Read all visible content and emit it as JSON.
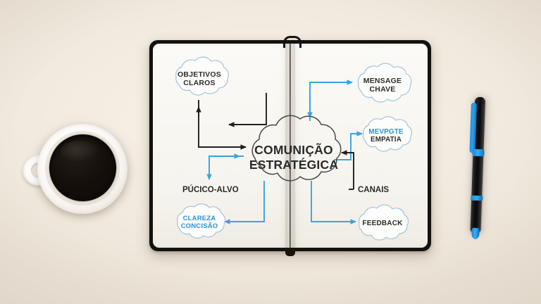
{
  "scene": {
    "description": "Top-down photo of an open black notebook on a cream desk with a hand-drawn mind map, a white mug of black coffee on the left and a black-and-blue pen on the right",
    "background_color": "#f2ece2"
  },
  "objects": {
    "mug": {
      "name": "coffee-mug",
      "body_color": "#f9f7f3",
      "coffee_color": "#16100c"
    },
    "pen": {
      "name": "pen",
      "barrel_color": "#121214",
      "accent_color": "#2aa2ee"
    },
    "notebook": {
      "name": "notebook",
      "cover_color": "#14120f",
      "page_color": "#fbfaf6"
    }
  },
  "diagram": {
    "type": "mind-map",
    "center": {
      "id": "center",
      "line1": "COMUNIÇÃO",
      "line2": "ESTRATÉGICA",
      "text_color": "#2b2b2b",
      "outline_color": "#4a4a4a"
    },
    "nodes": [
      {
        "id": "objetivos-claros",
        "shape": "cloud",
        "line1": "OBJETIVOS",
        "line2": "CLAROS",
        "text_color": "#2b2b2b",
        "outline_color": "#9fc4da",
        "position": "top-left"
      },
      {
        "id": "publico-alvo",
        "shape": "plain-text",
        "line1": "PÚCICO-ALVO",
        "line2": "",
        "text_color": "#2b2b2b",
        "outline_color": "",
        "position": "mid-left"
      },
      {
        "id": "clareza-concisao",
        "shape": "cloud",
        "line1": "CLAREZA",
        "line2": "CONCISÃO",
        "text_color": "#2a93d8",
        "outline_color": "#9fc4da",
        "position": "bottom-left"
      },
      {
        "id": "mensage-chave",
        "shape": "cloud",
        "line1": "MENSAGE",
        "line2": "CHAVE",
        "text_color": "#2b2b2b",
        "outline_color": "#9fc4da",
        "position": "top-right"
      },
      {
        "id": "escuta-empatia",
        "shape": "cloud",
        "line1": "MEVPGTE",
        "line2": "EMPATIA",
        "text_color": "#2a93d8",
        "outline_color": "#9fc4da",
        "position": "mid-right"
      },
      {
        "id": "canais",
        "shape": "plain-text",
        "line1": "CANAIS",
        "line2": "",
        "text_color": "#2b2b2b",
        "outline_color": "",
        "position": "bottom-right-mid"
      },
      {
        "id": "feedback",
        "shape": "cloud",
        "line1": "FEEDBACK",
        "line2": "",
        "text_color": "#2b2b2b",
        "outline_color": "#9fc4da",
        "position": "bottom-right"
      }
    ],
    "connectors": [
      {
        "id": "center-to-objetivos",
        "color": "#1f1f1f",
        "from": "center",
        "to": "objetivos-claros"
      },
      {
        "id": "objetivos-to-center",
        "color": "#1f1f1f",
        "from": "objetivos-claros",
        "to": "center"
      },
      {
        "id": "center-to-publico",
        "color": "#3aa3e0",
        "from": "center",
        "to": "publico-alvo"
      },
      {
        "id": "clareza-to-center",
        "color": "#3aa3e0",
        "from": "clareza-concisao",
        "to": "center"
      },
      {
        "id": "center-to-mensage",
        "color": "#3aa3e0",
        "from": "center",
        "to": "mensage-chave"
      },
      {
        "id": "center-to-empatia",
        "color": "#3aa3e0",
        "from": "center",
        "to": "escuta-empatia"
      },
      {
        "id": "canais-to-center",
        "color": "#1f1f1f",
        "from": "canais",
        "to": "center"
      },
      {
        "id": "center-to-feedback",
        "color": "#3aa3e0",
        "from": "center",
        "to": "feedback"
      }
    ]
  }
}
